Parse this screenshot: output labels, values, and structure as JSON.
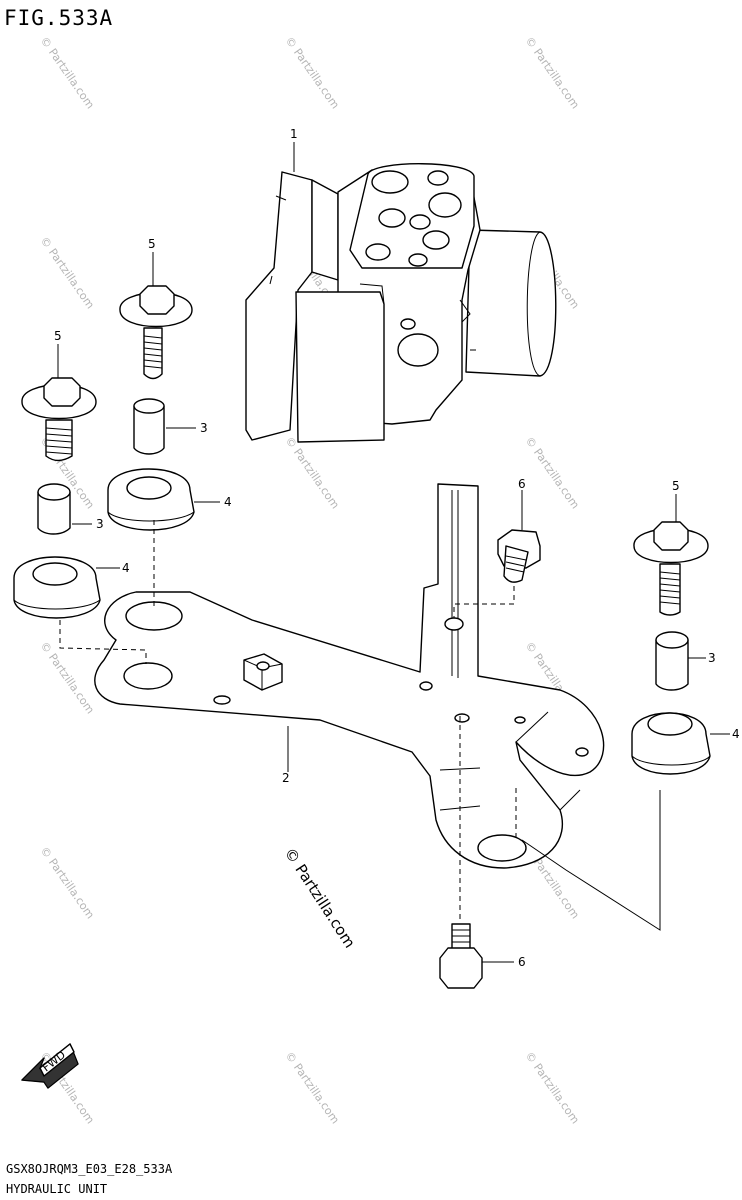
{
  "figure": {
    "title": "FIG.533A",
    "code": "GSX8OJRQM3_E03_E28_533A",
    "section": "HYDRAULIC UNIT"
  },
  "callouts": [
    "1",
    "2",
    "3",
    "3",
    "3",
    "4",
    "4",
    "4",
    "5",
    "5",
    "5",
    "6",
    "6"
  ],
  "watermark": "© Partzilla.com",
  "copyright": "© Partzilla.com",
  "fwd_label": "FWD"
}
